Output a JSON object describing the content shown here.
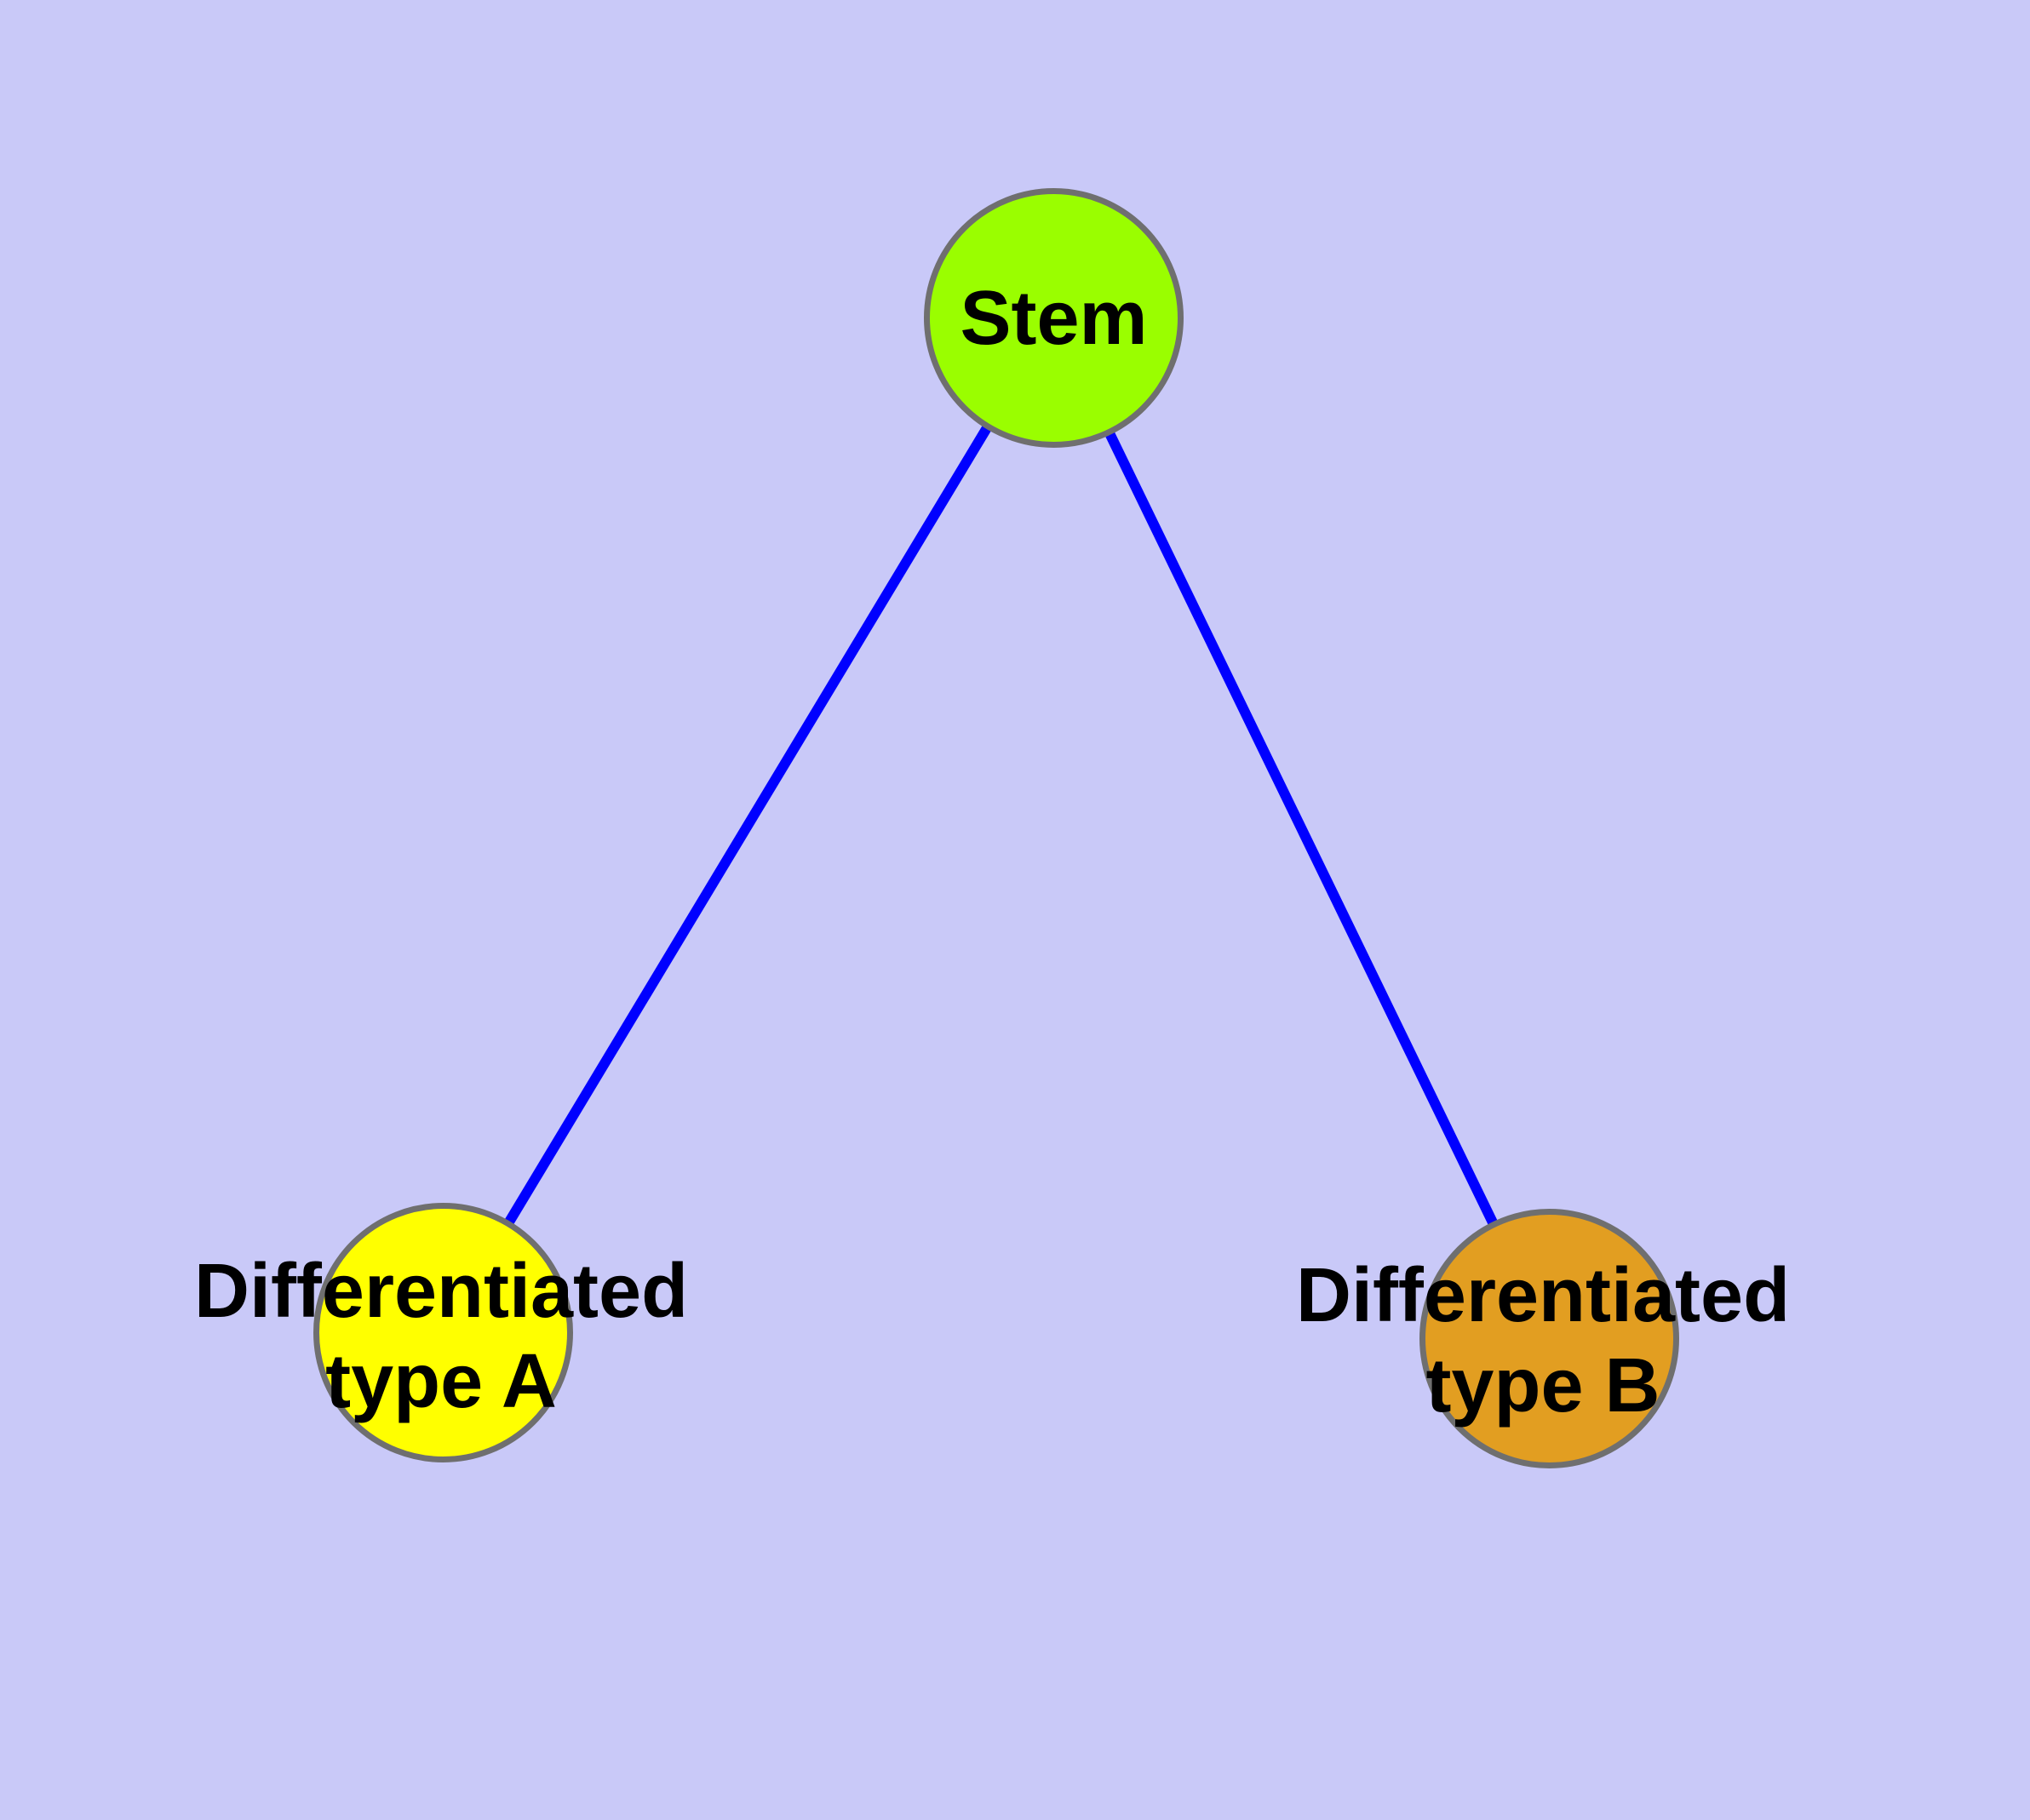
{
  "diagram": {
    "background_color": "#C9C9F8",
    "edge_color": "#0000FF",
    "node_border_color": "#6F6F6F",
    "text_color": "#000000",
    "nodes": {
      "stem": {
        "label": "Stem",
        "fill": "#9AFE00"
      },
      "type_a": {
        "label_line1": "Differentiated",
        "label_line2": "type A",
        "fill": "#FFFF00"
      },
      "type_b": {
        "label_line1": "Differentiated",
        "label_line2": "type B",
        "fill": "#E29E21"
      }
    },
    "edges": {
      "stem_to_a": {
        "from": "Stem",
        "to": "Differentiated type A"
      },
      "stem_to_b": {
        "from": "Stem",
        "to": "Differentiated type B"
      }
    }
  }
}
